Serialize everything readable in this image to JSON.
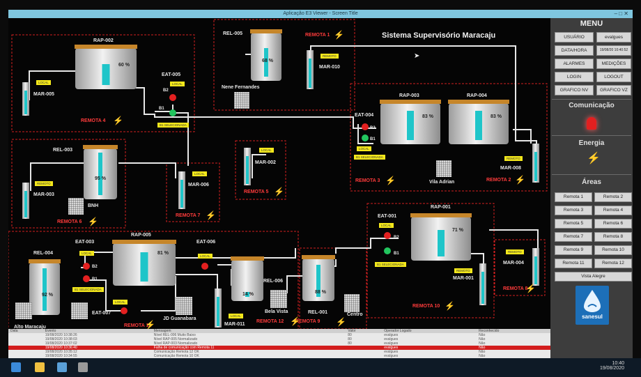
{
  "window": {
    "title": "Aplicação E3 Viewer - Screen Title"
  },
  "scada": {
    "title": "Sistema Supervisório Maracaju",
    "reservoirs": [
      {
        "id": "rap002",
        "label": "RAP-002",
        "percent": "60 %"
      },
      {
        "id": "rap003",
        "label": "RAP-003",
        "percent": "83 %"
      },
      {
        "id": "rap004",
        "label": "RAP-004",
        "percent": "83 %"
      },
      {
        "id": "rap001",
        "label": "RAP-001",
        "percent": "71 %"
      },
      {
        "id": "rap005",
        "label": "RAP-005",
        "percent": "81 %"
      },
      {
        "id": "rel005",
        "label": "REL-005",
        "percent": "68 %"
      },
      {
        "id": "rel003",
        "label": "REL-003",
        "percent": "95 %"
      },
      {
        "id": "rel004",
        "label": "REL-004",
        "percent": "92 %"
      },
      {
        "id": "rel006",
        "label": "REL-006",
        "percent": "14 %"
      },
      {
        "id": "rel001",
        "label": "REL-001",
        "percent": "88 %"
      }
    ],
    "levels": {
      "rap002": 0.6,
      "rap003": 0.83,
      "rap004": 0.83,
      "rap001": 0.71,
      "rap005": 0.81,
      "rel005": 0.68,
      "rel003": 0.95,
      "rel004": 0.92,
      "rel006": 0.14,
      "rel001": 0.88
    },
    "stations": [
      "EAT-005",
      "EAT-004",
      "EAT-001",
      "EAT-003",
      "EAT-006",
      "EAT-007"
    ],
    "wells": [
      "MAR-005",
      "MAR-010",
      "MAR-003",
      "MAR-006",
      "MAR-002",
      "MAR-008",
      "MAR-001",
      "MAR-004",
      "MAR-011"
    ],
    "places": [
      "Nene Fernandes",
      "Vila Adrian",
      "BNH",
      "Alto Maracaju",
      "JD Guanabara",
      "Bela Vista",
      "Centro"
    ],
    "remotes": [
      "REMOTA 1",
      "REMOTA 2",
      "REMOTA 3",
      "REMOTA 4",
      "REMOTA 5",
      "REMOTA 6",
      "REMOTA 7",
      "REMOTA 8",
      "REMOTA 9",
      "REMOTA 10",
      "REMOTA 11",
      "REMOTA 12"
    ],
    "pumps": {
      "b1": "B1",
      "b2": "B2"
    },
    "tags": {
      "local": "LOCAL",
      "remoto": "REMOTO",
      "b1_selecionada": "B1 SELECIONADA"
    }
  },
  "sidebar": {
    "menu_title": "MENU",
    "buttons": [
      "USUÁRIO",
      "evalgues",
      "DATA/HORA",
      "19/08/20 10:40:52",
      "ALARMES",
      "MEDIÇÕES",
      "LOGIN",
      "LOGOUT",
      "GRAFICO NV",
      "GRAFICO VZ"
    ],
    "comunicacao": "Comunicação",
    "energia": "Energia",
    "areas": "Áreas",
    "remote_buttons": [
      "Remota 1",
      "Remota 2",
      "Remota 3",
      "Remota 4",
      "Remota 5",
      "Remota 6",
      "Remota 7",
      "Remota 8",
      "Remota 9",
      "Remota 10",
      "Remota 11",
      "Remota 12"
    ],
    "vista_alegre": "Vista Alegre",
    "logo_text": "sanesul"
  },
  "log": {
    "headers": [
      "Data",
      "Evento",
      "Mensagem",
      "Valor",
      "Operador Logado",
      "Reconhecido"
    ],
    "rows": [
      [
        "",
        "19/08/2020 10:38:26",
        "Nível REL-006 Muito Baixo",
        "80",
        "evalgues",
        "Não"
      ],
      [
        "",
        "19/08/2020 10:38:03",
        "Nível RAP-005 Normalizado",
        "80",
        "evalgues",
        "Não"
      ],
      [
        "",
        "19/08/2020 10:37:02",
        "Nível RAP-003 Normalizado",
        "80",
        "evalgues",
        "Não"
      ],
      [
        "",
        "19/08/2020 10:36:40",
        "Falha de comunicação com Remota 11",
        "",
        "evalgues",
        "Não"
      ],
      [
        "",
        "19/08/2020 10:35:12",
        "Comunicação Remota 12 OK",
        "",
        "evalgues",
        "Não"
      ],
      [
        "",
        "19/08/2020 10:34:55",
        "Comunicação Remota 10 OK",
        "",
        "evalgues",
        "Não"
      ]
    ]
  },
  "taskbar": {
    "clock": "10:40",
    "date": "19/08/2020"
  },
  "colors": {
    "accent": "#7fc6df",
    "alarm": "#e32020",
    "tank_fill": "#1fc5c9",
    "tag": "#f4e81b",
    "bolt": "#f4c21b"
  }
}
